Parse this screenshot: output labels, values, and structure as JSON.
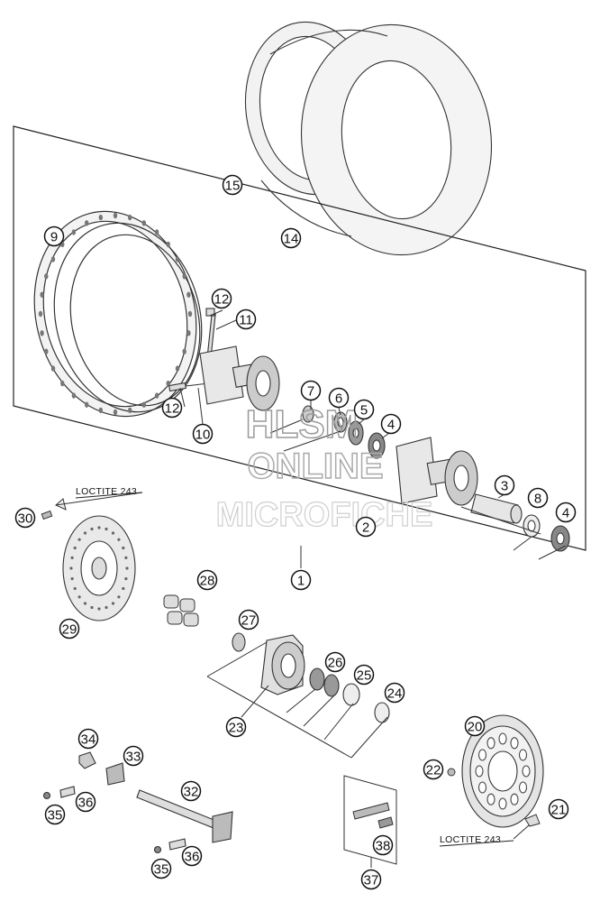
{
  "callouts": {
    "c1": "1",
    "c2": "2",
    "c3": "3",
    "c4a": "4",
    "c4b": "4",
    "c5": "5",
    "c6": "6",
    "c7": "7",
    "c8": "8",
    "c9": "9",
    "c10": "10",
    "c11": "11",
    "c12a": "12",
    "c12b": "12",
    "c14": "14",
    "c15": "15",
    "c20": "20",
    "c21": "21",
    "c22": "22",
    "c23": "23",
    "c24": "24",
    "c25": "25",
    "c26": "26",
    "c27": "27",
    "c28": "28",
    "c29": "29",
    "c30": "30",
    "c32": "32",
    "c33": "33",
    "c34": "34",
    "c35a": "35",
    "c35b": "35",
    "c36a": "36",
    "c36b": "36",
    "c37": "37",
    "c38": "38"
  },
  "loctite": {
    "top_label": "LOCTITE 243",
    "bottom_label": "LOCTITE 243"
  },
  "watermark": {
    "line1": "HLSM",
    "line2": "ONLINE",
    "line3": "MICROFICHE"
  }
}
